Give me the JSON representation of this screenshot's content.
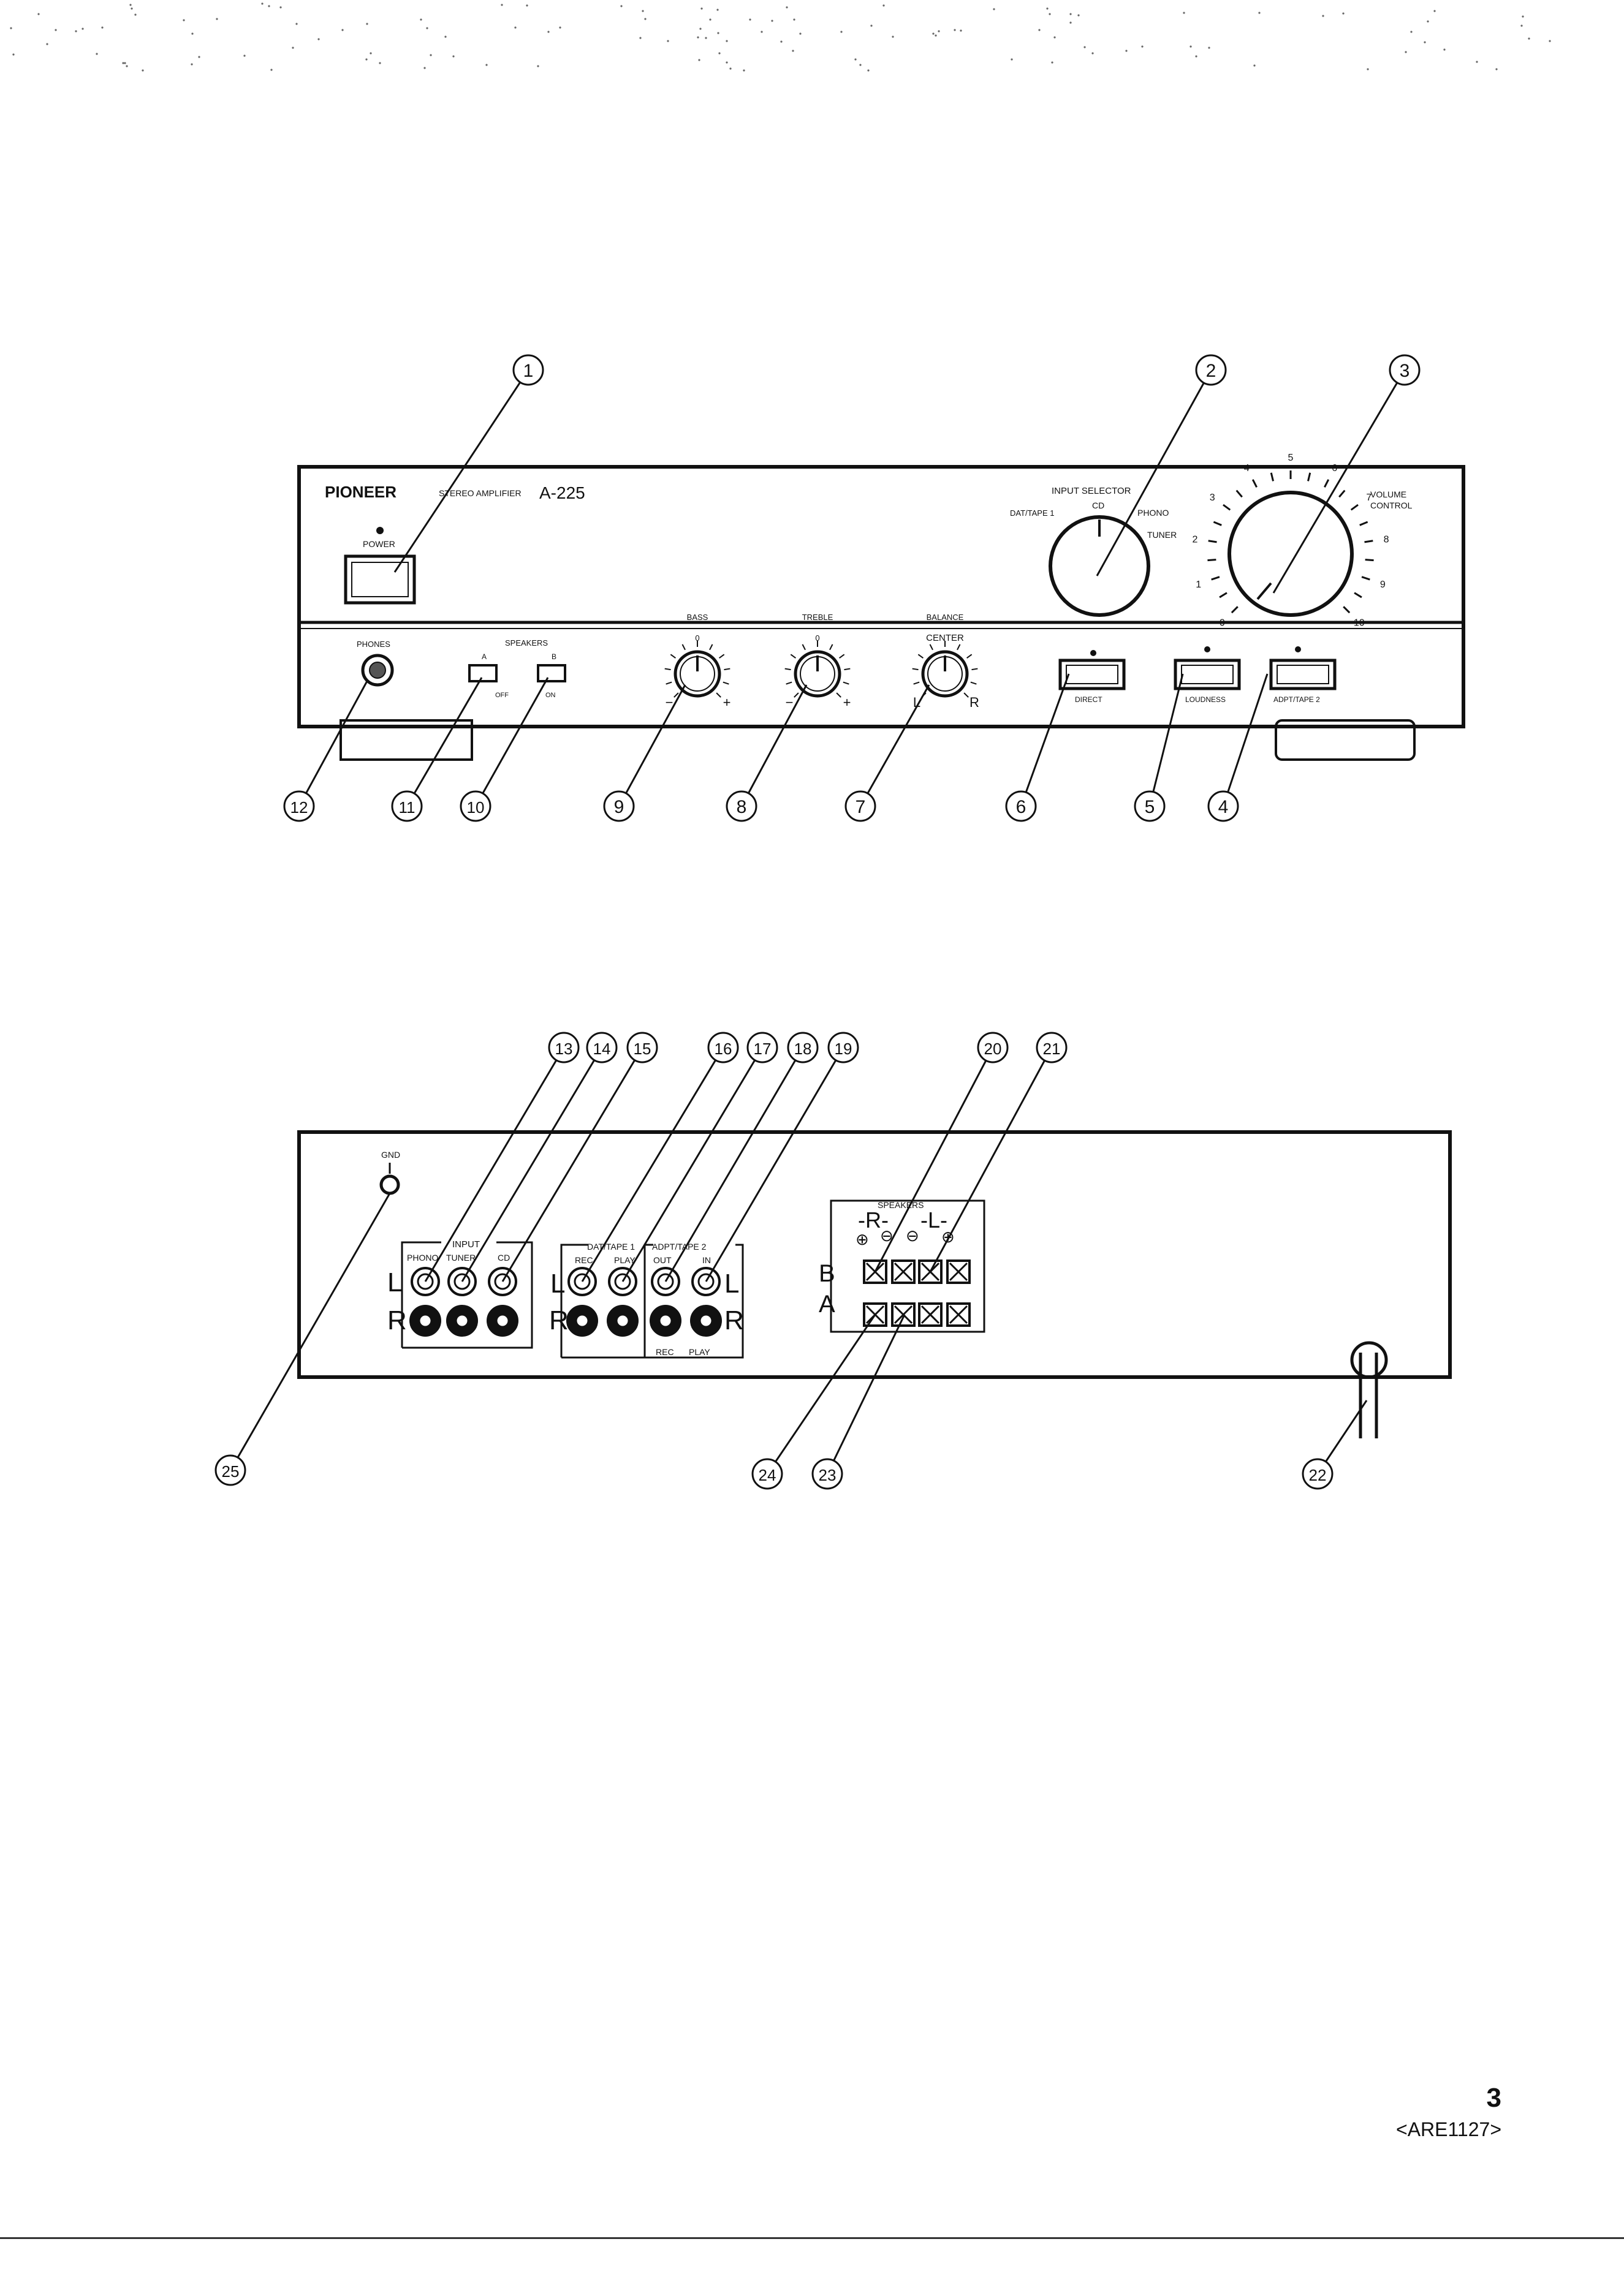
{
  "front_panel": {
    "brand": "PIONEER",
    "model_caption": "STEREO AMPLIFIER",
    "model": "A-225",
    "power_label": "POWER",
    "input_selector_label": "INPUT SELECTOR",
    "input_sources": [
      "DAT/TAPE 1",
      "CD",
      "PHONO",
      "TUNER"
    ],
    "volume_label_line1": "VOLUME",
    "volume_label_line2": "CONTROL",
    "volume_scale": [
      "0",
      "1",
      "2",
      "3",
      "4",
      "5",
      "6",
      "7",
      "8",
      "9",
      "10"
    ],
    "phones_label": "PHONES",
    "speakers_label": "SPEAKERS",
    "speaker_a": "A",
    "speaker_b": "B",
    "speaker_off": "OFF",
    "speaker_on": "ON",
    "bass_label": "BASS",
    "treble_label": "TREBLE",
    "balance_label": "BALANCE",
    "center_label": "CENTER",
    "knob_zero": "0",
    "minus": "−",
    "plus": "+",
    "bal_left": "L",
    "bal_right": "R",
    "direct_label": "DIRECT",
    "loudness_label": "LOUDNESS",
    "adpt_label": "ADPT/TAPE 2"
  },
  "rear_panel": {
    "gnd_label": "GND",
    "input_label": "INPUT",
    "inputs": [
      "PHONO",
      "TUNER",
      "CD"
    ],
    "dat_tape_label": "DAT/TAPE 1",
    "dat_rec": "REC",
    "dat_play": "PLAY",
    "adpt_label": "ADPT/TAPE 2",
    "adpt_out": "OUT",
    "adpt_in": "IN",
    "adpt_rec": "REC",
    "adpt_play": "PLAY",
    "channel_l": "L",
    "channel_r": "R",
    "speakers_label": "SPEAKERS",
    "spk_r": "-R-",
    "spk_l": "-L-",
    "spk_b": "B",
    "spk_a": "A",
    "plus_sign": "⊕",
    "minus_sign": "⊖"
  },
  "callouts": [
    "1",
    "2",
    "3",
    "4",
    "5",
    "6",
    "7",
    "8",
    "9",
    "10",
    "11",
    "12",
    "13",
    "14",
    "15",
    "16",
    "17",
    "18",
    "19",
    "20",
    "21",
    "22",
    "23",
    "24",
    "25"
  ],
  "footer": {
    "page_number": "3",
    "doc_code": "<ARE1127>"
  }
}
